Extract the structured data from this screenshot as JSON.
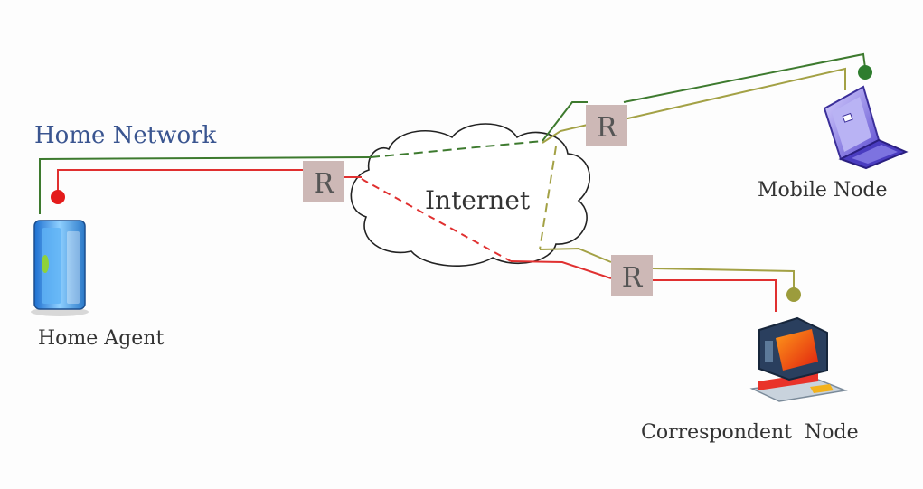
{
  "diagram": {
    "network_label": "Home Network",
    "cloud_label": "Internet",
    "router_label": "R",
    "nodes": {
      "home_agent": "Home Agent",
      "mobile_node": "Mobile Node",
      "correspondent_node": "Correspondent  Node"
    }
  },
  "colors": {
    "home_network_text": "#3a5590",
    "green_link": "#3d7a2e",
    "olive_link": "#a3a145",
    "red_link": "#e03030",
    "router_fill": "#cdb8b6",
    "endpoint_red": "#e41b1b",
    "endpoint_green": "#2e7d2e",
    "endpoint_olive": "#9c9c3c"
  }
}
